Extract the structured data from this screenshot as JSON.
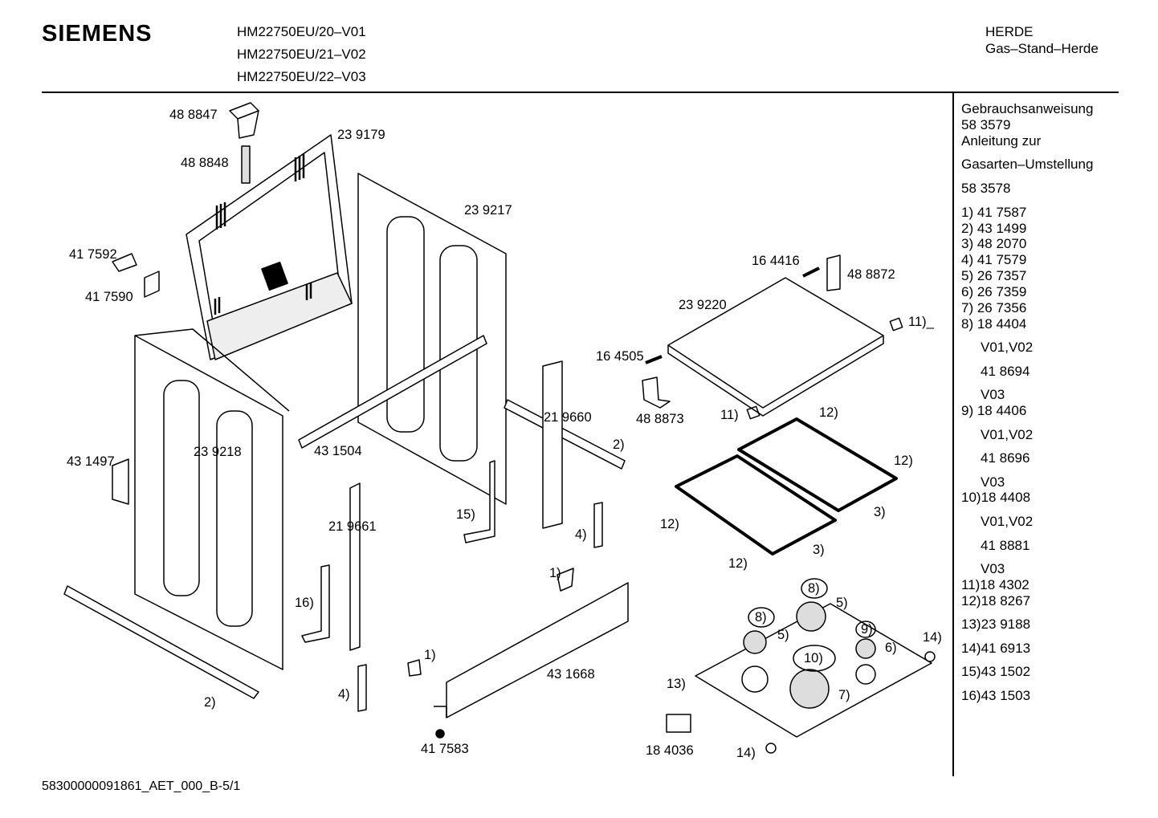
{
  "header": {
    "brand": "SIEMENS",
    "models": [
      "HM22750EU/20–V01",
      "HM22750EU/21–V02",
      "HM22750EU/22–V03"
    ],
    "category": "HERDE",
    "subcategory": "Gas–Stand–Herde"
  },
  "sidebar": {
    "items": [
      "Gebrauchsanweisung",
      "58 3579",
      "Anleitung zur",
      "Gasarten–Umstellung",
      "58 3578",
      "1) 41 7587",
      "2) 43 1499",
      "3) 48 2070",
      "4) 41 7579",
      "5) 26 7357",
      "6) 26 7359",
      "7) 26 7356",
      "8) 18 4404",
      "V01,V02",
      "41 8694",
      "V03",
      "9) 18 4406",
      "V01,V02",
      "41 8696",
      "V03",
      "10)18 4408",
      "V01,V02",
      "41 8881",
      "V03",
      "11)18 4302",
      "12)18 8267",
      "13)23 9188",
      "14)41 6913",
      "15)43 1502",
      "16)43 1503"
    ]
  },
  "diagram": {
    "labels": {
      "l_488847": "48 8847",
      "l_239179": "23 9179",
      "l_488848": "48 8848",
      "l_239217": "23 9217",
      "l_417592": "41 7592",
      "l_417590": "41 7590",
      "l_239218": "23 9218",
      "l_431497": "43 1497",
      "l_431504": "43 1504",
      "l_219660": "21 9660",
      "l_2a": "2)",
      "l_15": "15)",
      "l_4a": "4)",
      "l_219661": "21 9661",
      "l_16": "16)",
      "l_2b": "2)",
      "l_1a": "1)",
      "l_1b": "1)",
      "l_4b": "4)",
      "l_431668": "43 1668",
      "l_417583": "41 7583",
      "l_164416": "16 4416",
      "l_488872": "48 8872",
      "l_239220": "23 9220",
      "l_11a": "11)_",
      "l_164505": "16 4505",
      "l_488873": "48 8873",
      "l_11b": "11)",
      "l_12a": "12)",
      "l_12b": "12)",
      "l_12c": "12)",
      "l_3a": "3)",
      "l_3b": "3)",
      "l_12d": "12)",
      "l_8a": "8)",
      "l_5a": "5)",
      "l_8b": "8)",
      "l_5b": "5)",
      "l_9": "9)",
      "l_6": "6)",
      "l_14a": "14)",
      "l_10": "10)",
      "l_13": "13)",
      "l_7": "7)",
      "l_184036": "18 4036",
      "l_14b": "14)"
    }
  },
  "footer": {
    "code": "58300000091861_AET_000_B-5/1"
  }
}
